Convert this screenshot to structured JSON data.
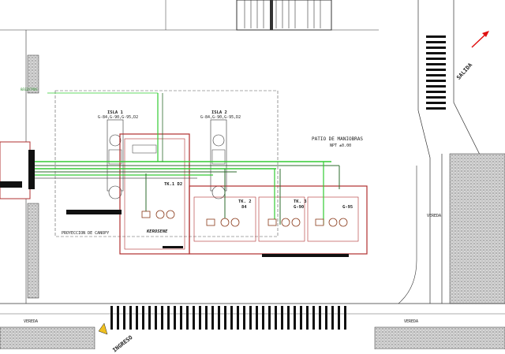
{
  "islands": [
    {
      "name": "ISLA 1",
      "codes": "G-84,G-90,G-95,D2"
    },
    {
      "name": "ISLA 2",
      "codes": "G-84,G-90,G-95,D2"
    }
  ],
  "tanks": [
    {
      "name": "KEROSENE",
      "code": ""
    },
    {
      "name": "TK. 2",
      "code": "84"
    },
    {
      "name": "TK. 3",
      "code": "G-90"
    },
    {
      "name": "",
      "code": "G-95"
    }
  ],
  "tank1_code": "TK.1 D2",
  "patio": "PATIO DE MANIOBRAS",
  "patio_level": "NPT ±0.00",
  "canopy": "PROYECCION DE CANOPY",
  "street_top": "SALIDA",
  "street_bottom": "INGRESO",
  "street_left_small": "REGISTROS",
  "sidewalks": [
    "VEREDA",
    "VEREDA",
    "VEREDA"
  ],
  "colors": {
    "pipe_green": "#33cc33",
    "pipe_dark": "#2d6b2d",
    "wall": "#b03030",
    "arrow": "#e01010"
  }
}
